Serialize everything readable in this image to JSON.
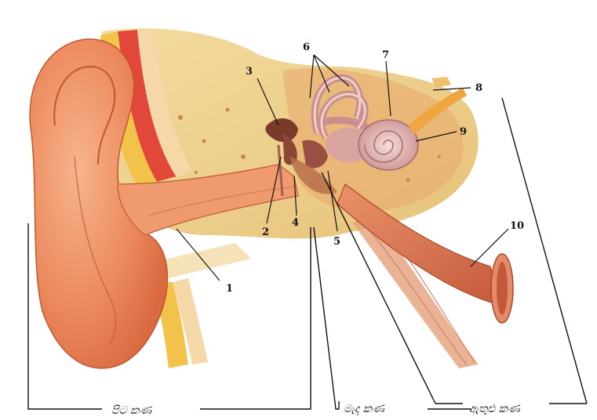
{
  "labels": {
    "n1": "1",
    "n2": "2",
    "n3": "3",
    "n4": "4",
    "n5": "5",
    "n6": "6",
    "n7": "7",
    "n8": "8",
    "n9": "9",
    "n10": "10"
  },
  "regions": {
    "outer": "පිට කණ",
    "middle": "මැද කණ",
    "inner": "ඇතුළු කණ"
  }
}
